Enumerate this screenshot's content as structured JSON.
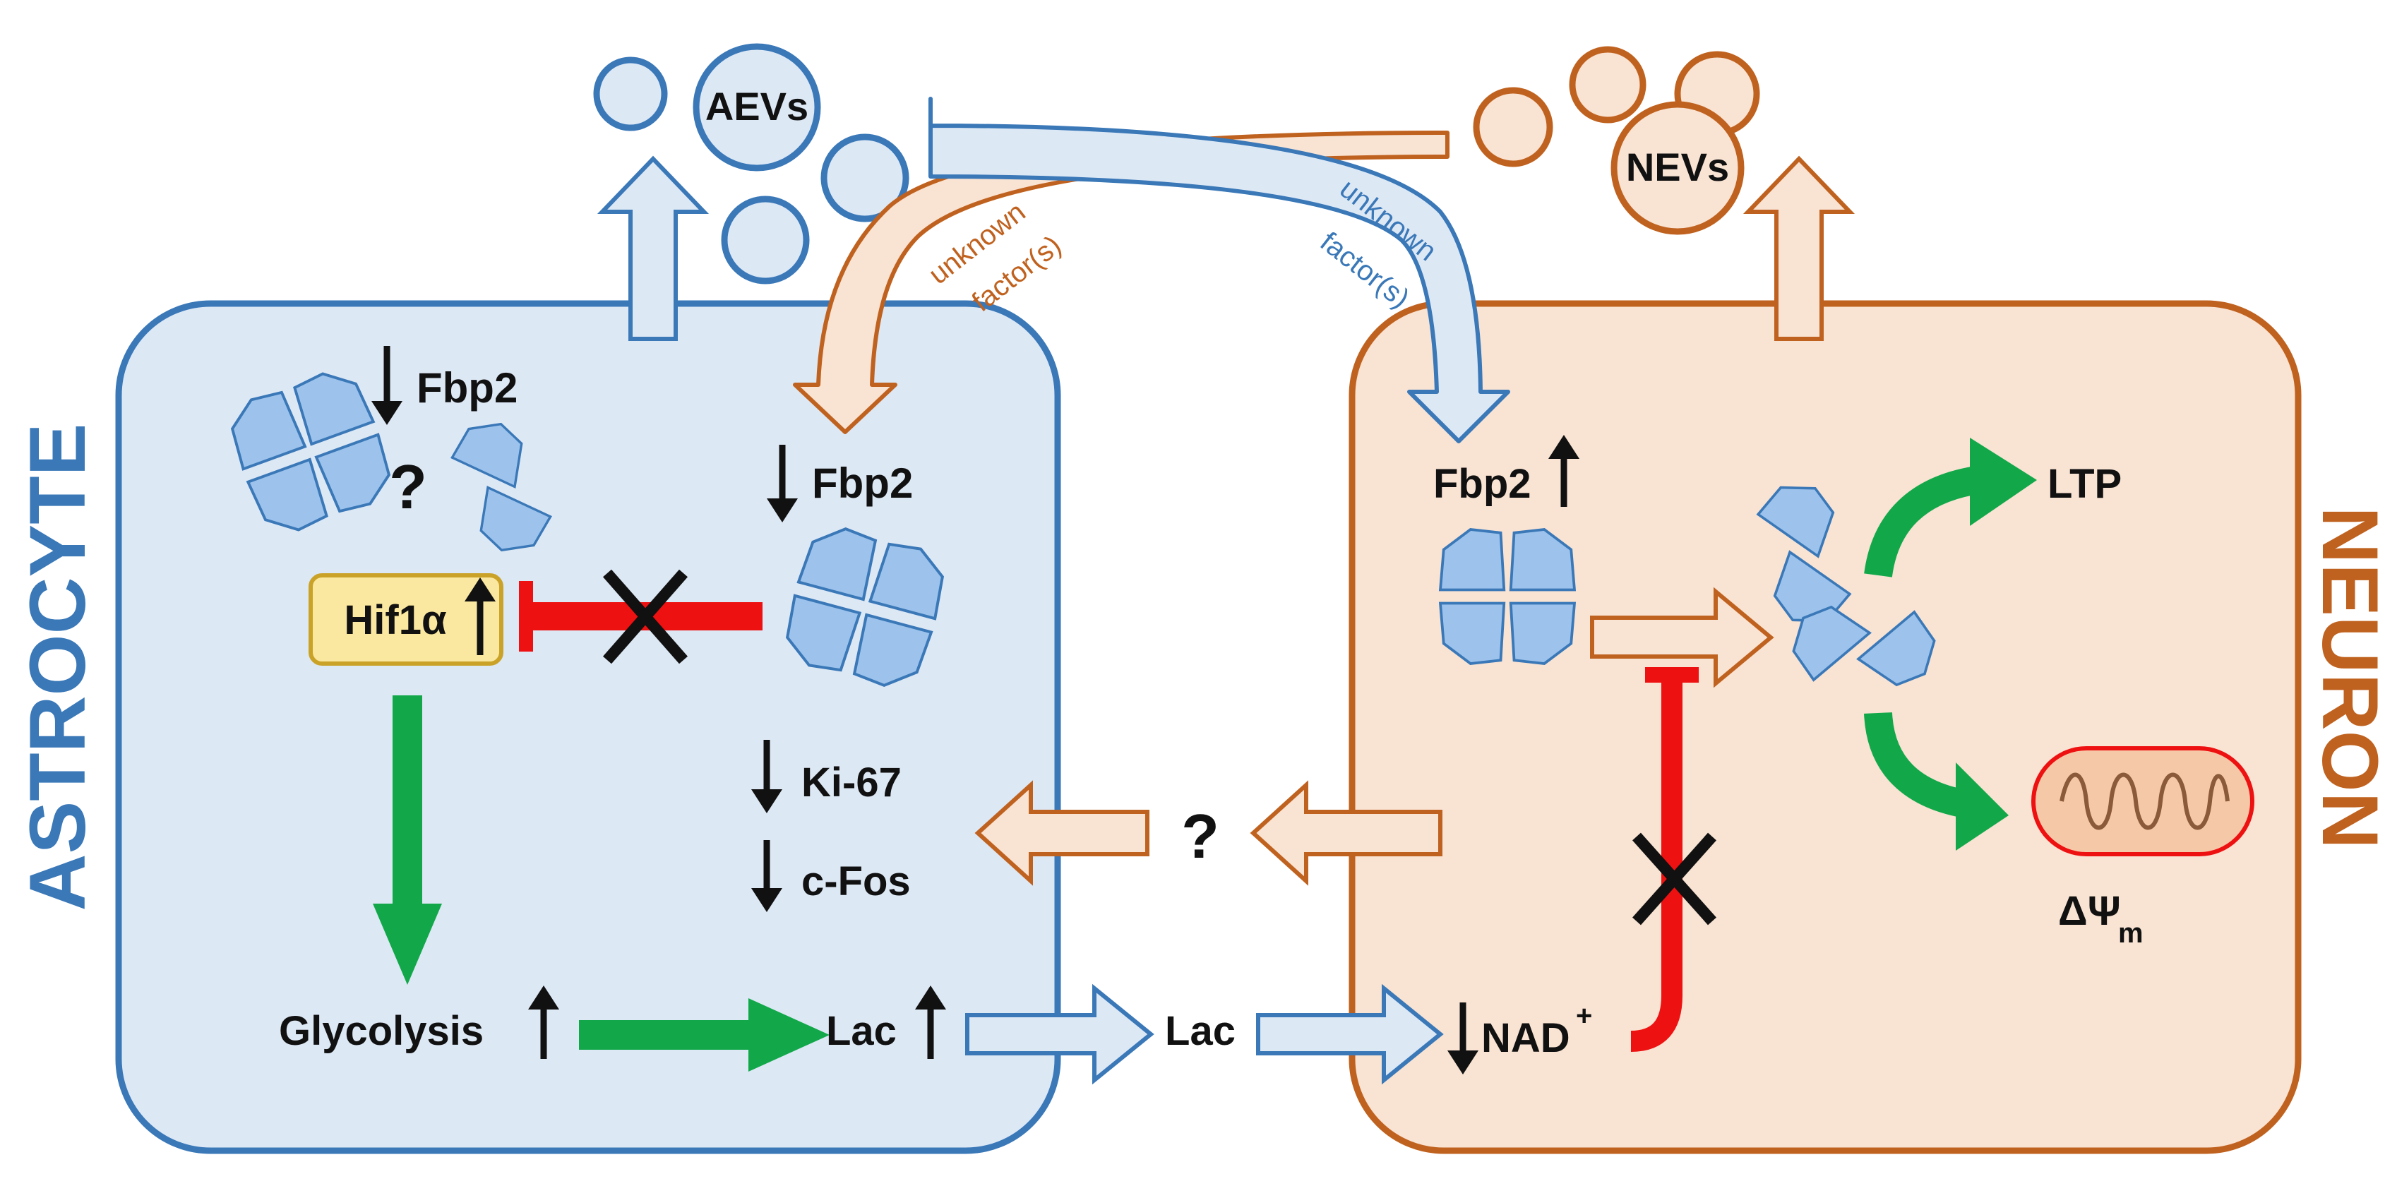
{
  "cells": {
    "astrocyte": {
      "label": "ASTROCYTE",
      "fill": "#dde8f5",
      "stroke": "#3a78b8"
    },
    "neuron": {
      "label": "NEURON",
      "fill": "#f9e3d3",
      "stroke": "#c0621f"
    }
  },
  "vesicles": {
    "aevs": "AEVs",
    "nevs": "NEVs"
  },
  "transfer": {
    "orange_unknown": "unknown",
    "orange_factors": "factor(s)",
    "blue_unknown": "unknown",
    "blue_factors": "factor(s)"
  },
  "astrocyte_labels": {
    "fbp2_top": "Fbp2",
    "question_top": "?",
    "fbp2_right": "Fbp2",
    "hif1a": "Hif1α",
    "ki67": "Ki-67",
    "cfos": "c-Fos",
    "glycolysis": "Glycolysis",
    "lac": "Lac"
  },
  "middle": {
    "lac": "Lac",
    "question": "?"
  },
  "neuron_labels": {
    "fbp2": "Fbp2",
    "ltp": "LTP",
    "nad": "NAD",
    "nad_sup": "+",
    "delta_psi": "ΔΨ",
    "delta_psi_sub": "m"
  },
  "colors": {
    "blue_accent": "#3a78b8",
    "orange_accent": "#c0621f",
    "activation_green": "#12a84a",
    "inhibition_red": "#ee1111",
    "protein_fill": "#9dc3ec",
    "protein_stroke": "#3a78b8",
    "hif_box_fill": "#fbe8a0",
    "hif_box_stroke": "#c9a227",
    "mito_fill": "#f5c9a8",
    "mito_stroke": "#ee1111"
  }
}
